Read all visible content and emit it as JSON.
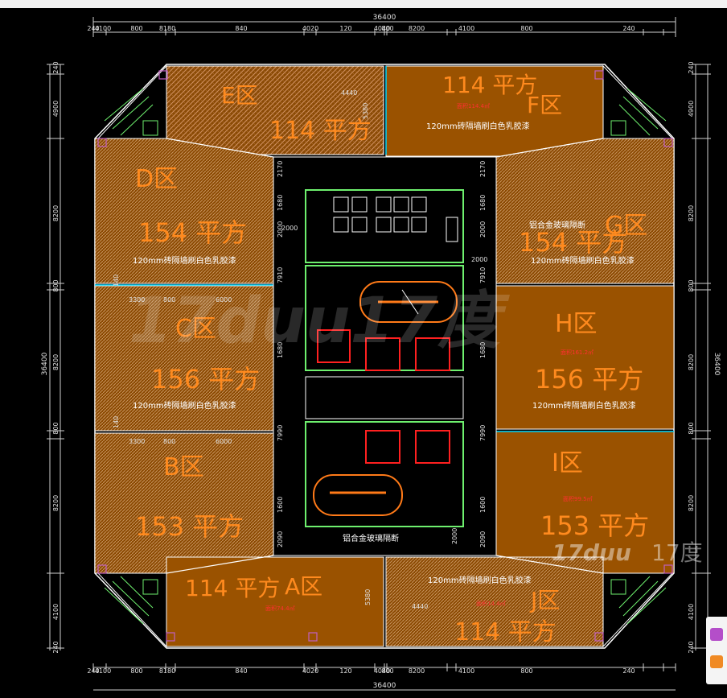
{
  "dimensions": {
    "overall": "36400",
    "top_row": [
      "240",
      "4100",
      "800",
      "8180",
      "840",
      "4020",
      "120",
      "4040",
      "800",
      "8200",
      "4100",
      "800",
      "240"
    ],
    "bottom_row": [
      "240",
      "4100",
      "800",
      "8180",
      "840",
      "4020",
      "120",
      "4040",
      "800",
      "8200",
      "4100",
      "800",
      "240"
    ],
    "left_col": [
      "240",
      "4900",
      "8200",
      "800",
      "8200",
      "800",
      "8200",
      "4100",
      "240"
    ],
    "right_col": [
      "240",
      "4900",
      "8200",
      "800",
      "8200",
      "800",
      "8200",
      "4100",
      "240"
    ],
    "core_left": [
      "2170",
      "1680",
      "2000",
      "7910",
      "1680",
      "7990",
      "1600",
      "2090"
    ],
    "core_right": [
      "2170",
      "1680",
      "2000",
      "7910",
      "1680",
      "7990",
      "1600",
      "2090"
    ],
    "corridor_top": "2000",
    "corridor_bottom": "2000",
    "room_small": "4440",
    "room_height": "5380",
    "sub_dims": [
      "3300",
      "800",
      "6000"
    ],
    "side_small": "140"
  },
  "zones": {
    "E": {
      "label": "E区",
      "area": "114 平方"
    },
    "F": {
      "label": "F区",
      "area": "114 平方"
    },
    "D": {
      "label": "D区",
      "area": "154 平方"
    },
    "G": {
      "label": "G区",
      "area": "154 平方"
    },
    "C": {
      "label": "C区",
      "area": "156 平方"
    },
    "H": {
      "label": "H区",
      "area": "156 平方"
    },
    "B": {
      "label": "B区",
      "area": "153 平方"
    },
    "I": {
      "label": "I区",
      "area": "153 平方"
    },
    "A": {
      "label": "A区",
      "area": "114 平方"
    },
    "J": {
      "label": "J区",
      "area": "114 平方"
    }
  },
  "small_area_text": {
    "F": "面积114.4㎡",
    "H": "面积161.2㎡",
    "I": "面积99.5㎡",
    "A": "面积74.4㎡",
    "J": "面积14.4㎡"
  },
  "notes": {
    "wall": "120mm砖隔墙刷白色乳胶漆",
    "partition": "铝合金玻璃隔断"
  },
  "watermark": {
    "center": "17duu17度",
    "corner_a": "17duu",
    "corner_b": "17度"
  },
  "colors": {
    "zone_fill": "#9a5200",
    "hatch_pattern": "#c5925a",
    "orange_text": "#ff8a1e",
    "line_white": "#ffffff",
    "dim_line": "#d0d0d0",
    "wall_green": "#6ef06e",
    "red_text": "#ff3030",
    "cyan_line": "#00d8ff"
  }
}
